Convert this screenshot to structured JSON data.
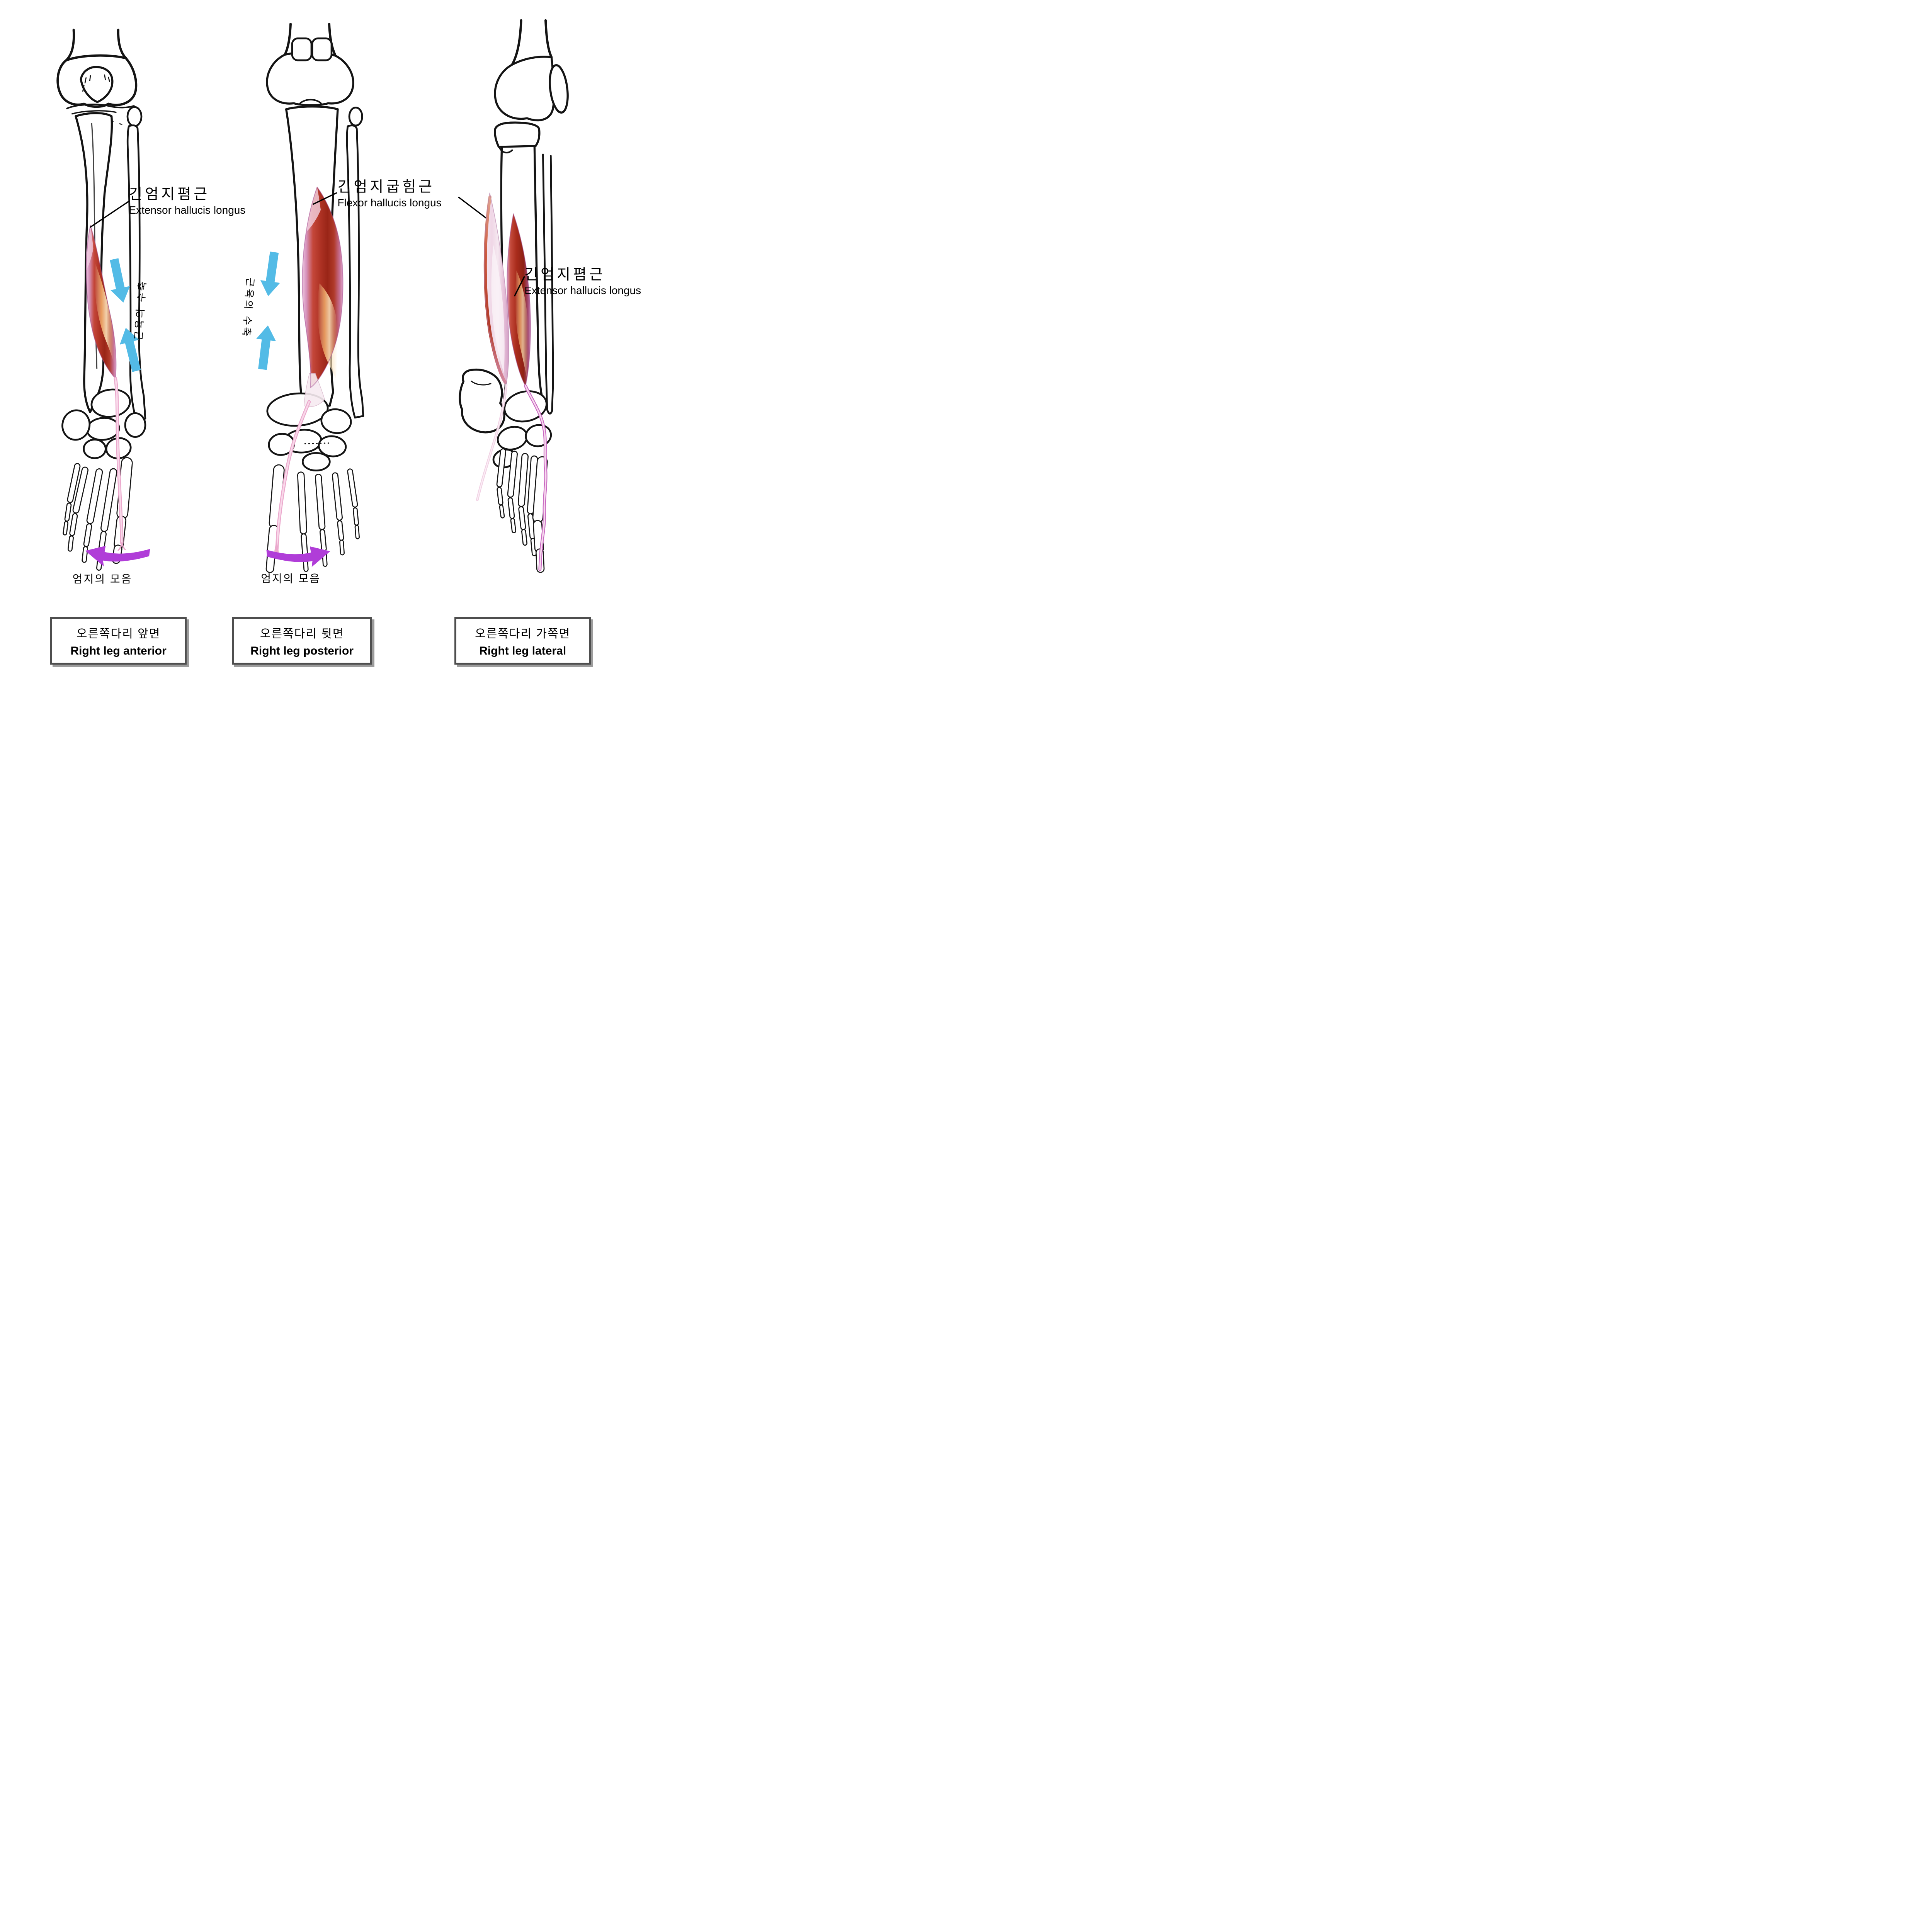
{
  "figure": {
    "panels": [
      {
        "id": "anterior",
        "muscle_ko": "긴엄지폄근",
        "muscle_en": "Extensor hallucis longus",
        "contraction": "근육의 수축",
        "toe_motion": "엄지의 모음",
        "caption_ko": "오른쪽다리 앞면",
        "caption_en": "Right leg anterior"
      },
      {
        "id": "posterior",
        "muscle_ko": "긴엄지굽힘근",
        "muscle_en": "Flexor hallucis longus",
        "contraction": "근육의 수축",
        "toe_motion": "엄지의 모음",
        "caption_ko": "오른쪽다리 뒷면",
        "caption_en": "Right leg posterior"
      },
      {
        "id": "lateral",
        "muscle_ko": "긴엄지폄근",
        "muscle_en": "Extensor hallucis longus",
        "caption_ko": "오른쪽다리 가쪽면",
        "caption_en": "Right leg lateral"
      }
    ],
    "colors": {
      "contraction_arrow": "#53BBE6",
      "adduction_arrow": "#B03DD8",
      "muscle_red": "#AE3224",
      "muscle_highlight": "#FBE3BC",
      "tendon_pink": "#EBA9CD",
      "tendon_magenta": "#C968C2",
      "bone_outline": "#141414",
      "caption_border": "#4e4e4e"
    }
  }
}
